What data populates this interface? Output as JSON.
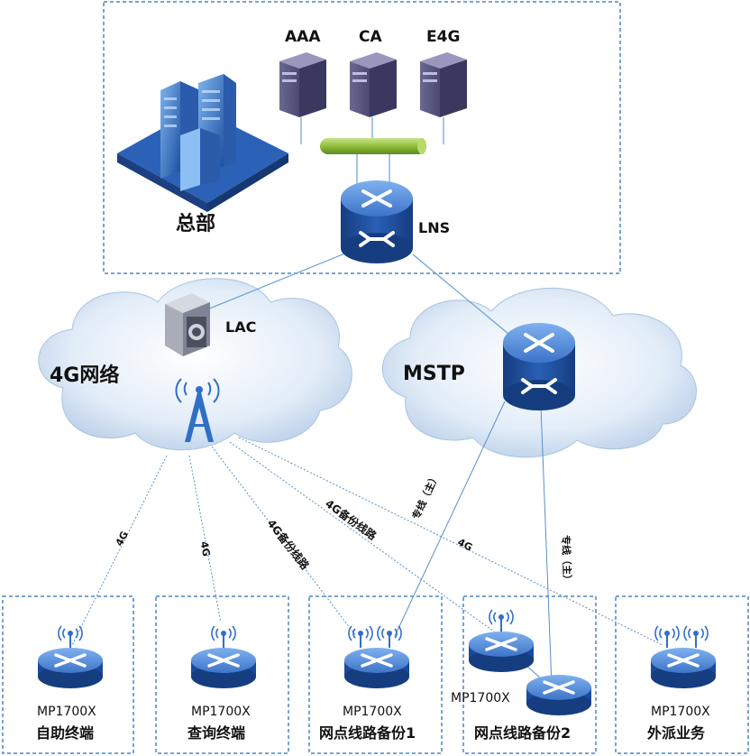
{
  "hq": {
    "title": "总部",
    "servers": [
      "AAA",
      "CA",
      "E4G"
    ],
    "lns_label": "LNS"
  },
  "clouds": {
    "g4": {
      "title": "4G网络",
      "lac_label": "LAC"
    },
    "mstp": {
      "title": "MSTP"
    }
  },
  "links": {
    "l1": "4G",
    "l2": "4G",
    "l3": "4G备份线路",
    "l4": "4G备份线路",
    "l5": "专线（主）",
    "l6": "4G",
    "l7": "专线（主）"
  },
  "sites": [
    {
      "model": "MP1700X",
      "name": "自助终端"
    },
    {
      "model": "MP1700X",
      "name": "查询终端"
    },
    {
      "model": "MP1700X",
      "name": "网点线路备份1"
    },
    {
      "model": "MP1700X",
      "name": "网点线路备份2"
    },
    {
      "model": "MP1700X",
      "name": "外派业务"
    }
  ],
  "colors": {
    "dashed_border": "#4a86c5",
    "router_top": "#5b8fd8",
    "router_body": "#1f4fa0",
    "cloud_fill": "#dde9f7",
    "link_line": "#5a8fc8",
    "bus": "#8fbf3a"
  }
}
